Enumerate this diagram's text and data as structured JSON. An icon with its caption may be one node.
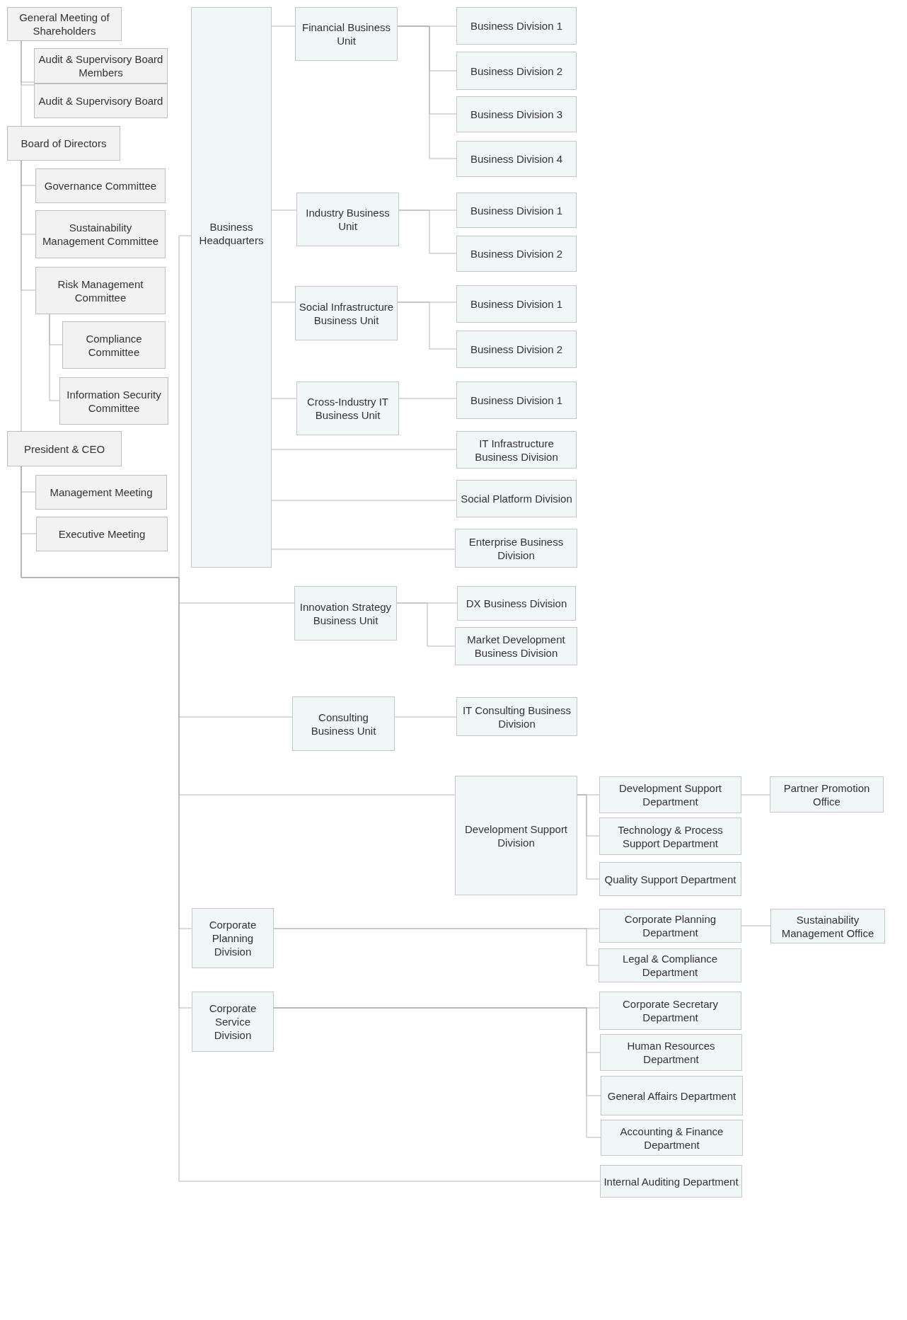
{
  "diagram": {
    "nodes": [
      {
        "text": [
          "General Meeting of Shareholders"
        ]
      },
      {
        "text": [
          "Audit & Supervisory Board Members"
        ]
      },
      {
        "text": [
          "Audit & Supervisory Board"
        ]
      },
      {
        "text": [
          "Board of Directors"
        ]
      },
      {
        "text": [
          "Governance Committee"
        ]
      },
      {
        "text": [
          "Sustainability Management Committee"
        ]
      },
      {
        "text": [
          "Risk Management Committee"
        ]
      },
      {
        "text": [
          "Compliance Committee"
        ]
      },
      {
        "text": [
          "Information Security Committee"
        ]
      },
      {
        "text": [
          "President & CEO"
        ]
      },
      {
        "text": [
          "Management Meeting"
        ]
      },
      {
        "text": [
          "Executive Meeting"
        ]
      },
      {
        "text": [
          "Business Headquarters"
        ]
      },
      {
        "text": [
          "Financial Business Unit"
        ]
      },
      {
        "text": [
          "Business Division 1"
        ]
      },
      {
        "text": [
          "Business Division 2"
        ]
      },
      {
        "text": [
          "Business Division 3"
        ]
      },
      {
        "text": [
          "Business Division 4"
        ]
      },
      {
        "text": [
          "Industry Business Unit"
        ]
      },
      {
        "text": [
          "Business Division 1"
        ]
      },
      {
        "text": [
          "Business Division 2"
        ]
      },
      {
        "text": [
          "Social Infrastructure Business Unit"
        ]
      },
      {
        "text": [
          "Business Division 1"
        ]
      },
      {
        "text": [
          "Business Division 2"
        ]
      },
      {
        "text": [
          "Cross-Industry IT Business Unit"
        ]
      },
      {
        "text": [
          "Business Division 1"
        ]
      },
      {
        "text": [
          "IT Infrastructure Business Division"
        ]
      },
      {
        "text": [
          "Social Platform Division"
        ]
      },
      {
        "text": [
          "Enterprise Business Division"
        ]
      },
      {
        "text": [
          "Innovation Strategy Business Unit"
        ]
      },
      {
        "text": [
          "DX Business Division"
        ]
      },
      {
        "text": [
          "Market Development Business Division"
        ]
      },
      {
        "text": [
          "Consulting Business Unit"
        ]
      },
      {
        "text": [
          "IT Consulting Business Division"
        ]
      },
      {
        "text": [
          "Development Support Division"
        ]
      },
      {
        "text": [
          "Development Support Department"
        ]
      },
      {
        "text": [
          "Technology & Process Support Department"
        ]
      },
      {
        "text": [
          "Quality Support Department"
        ]
      },
      {
        "text": [
          "Partner Promotion Office"
        ]
      },
      {
        "text": [
          "Corporate Planning Division"
        ]
      },
      {
        "text": [
          "Corporate Planning Department"
        ]
      },
      {
        "text": [
          "Sustainability Management Office"
        ]
      },
      {
        "text": [
          "Legal & Compliance Department"
        ]
      },
      {
        "text": [
          "Corporate Service Division"
        ]
      },
      {
        "text": [
          "Corporate Secretary Department"
        ]
      },
      {
        "text": [
          "Human Resources Department"
        ]
      },
      {
        "text": [
          "General Affairs Department"
        ]
      },
      {
        "text": [
          "Accounting & Finance Department"
        ]
      },
      {
        "text": [
          "Internal Auditing Department"
        ]
      }
    ],
    "edges": [
      {
        "from": 0,
        "to": 1,
        "arrow": "none"
      },
      {
        "from": 0,
        "to": 2,
        "arrow": "none"
      },
      {
        "from": 0,
        "to": 3,
        "arrow": "none"
      },
      {
        "from": 3,
        "to": 4,
        "arrow": "none"
      },
      {
        "from": 3,
        "to": 5,
        "arrow": "none"
      },
      {
        "from": 3,
        "to": 6,
        "arrow": "none"
      },
      {
        "from": 6,
        "to": 7,
        "arrow": "none"
      },
      {
        "from": 6,
        "to": 8,
        "arrow": "none"
      },
      {
        "from": 3,
        "to": 9,
        "arrow": "none"
      },
      {
        "from": 9,
        "to": 10,
        "arrow": "none"
      },
      {
        "from": 9,
        "to": 11,
        "arrow": "none"
      },
      {
        "from": 9,
        "to": 12,
        "arrow": "none"
      },
      {
        "from": 12,
        "to": 13,
        "arrow": "none"
      },
      {
        "from": 12,
        "to": 18,
        "arrow": "none"
      },
      {
        "from": 12,
        "to": 21,
        "arrow": "none"
      },
      {
        "from": 12,
        "to": 24,
        "arrow": "none"
      },
      {
        "from": 12,
        "to": 26,
        "arrow": "none"
      },
      {
        "from": 12,
        "to": 27,
        "arrow": "none"
      },
      {
        "from": 12,
        "to": 28,
        "arrow": "none"
      },
      {
        "from": 13,
        "to": 14,
        "arrow": "none"
      },
      {
        "from": 13,
        "to": 15,
        "arrow": "none"
      },
      {
        "from": 13,
        "to": 16,
        "arrow": "none"
      },
      {
        "from": 13,
        "to": 17,
        "arrow": "none"
      },
      {
        "from": 18,
        "to": 19,
        "arrow": "none"
      },
      {
        "from": 18,
        "to": 20,
        "arrow": "none"
      },
      {
        "from": 21,
        "to": 22,
        "arrow": "none"
      },
      {
        "from": 21,
        "to": 23,
        "arrow": "none"
      },
      {
        "from": 24,
        "to": 25,
        "arrow": "none"
      },
      {
        "from": 9,
        "to": 29,
        "arrow": "none"
      },
      {
        "from": 29,
        "to": 30,
        "arrow": "none"
      },
      {
        "from": 29,
        "to": 31,
        "arrow": "none"
      },
      {
        "from": 9,
        "to": 32,
        "arrow": "none"
      },
      {
        "from": 32,
        "to": 33,
        "arrow": "none"
      },
      {
        "from": 9,
        "to": 34,
        "arrow": "none"
      },
      {
        "from": 34,
        "to": 35,
        "arrow": "none"
      },
      {
        "from": 34,
        "to": 36,
        "arrow": "none"
      },
      {
        "from": 34,
        "to": 37,
        "arrow": "none"
      },
      {
        "from": 35,
        "to": 38,
        "arrow": "none"
      },
      {
        "from": 9,
        "to": 39,
        "arrow": "none"
      },
      {
        "from": 39,
        "to": 40,
        "arrow": "none"
      },
      {
        "from": 39,
        "to": 42,
        "arrow": "none"
      },
      {
        "from": 40,
        "to": 41,
        "arrow": "none"
      },
      {
        "from": 9,
        "to": 43,
        "arrow": "none"
      },
      {
        "from": 43,
        "to": 44,
        "arrow": "none"
      },
      {
        "from": 43,
        "to": 45,
        "arrow": "none"
      },
      {
        "from": 43,
        "to": 46,
        "arrow": "none"
      },
      {
        "from": 43,
        "to": 47,
        "arrow": "none"
      },
      {
        "from": 9,
        "to": 48,
        "arrow": "none"
      }
    ]
  }
}
